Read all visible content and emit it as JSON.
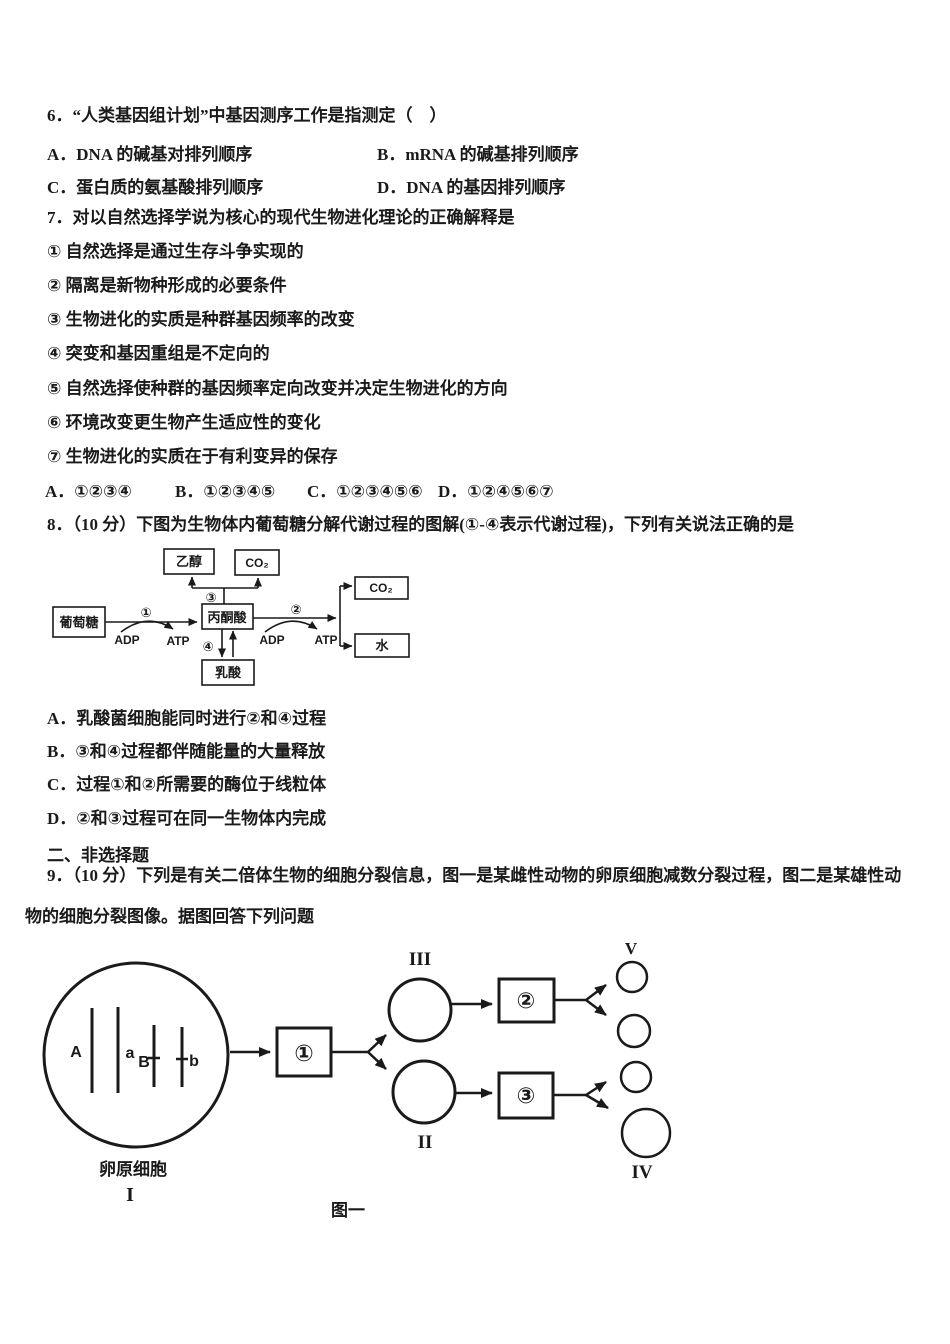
{
  "colors": {
    "ink": "#1a1a1a",
    "background": "#ffffff"
  },
  "q6": {
    "stem": "6．“人类基因组计划”中基因测序工作是指测定（　）",
    "option_a": "A．DNA 的碱基对排列顺序",
    "option_b": "B．mRNA 的碱基排列顺序",
    "option_c": "C．蛋白质的氨基酸排列顺序",
    "option_d": "D．DNA 的基因排列顺序"
  },
  "q7": {
    "stem": "7．对以自然选择学说为核心的现代生物进化理论的正确解释是",
    "item1": "① 自然选择是通过生存斗争实现的",
    "item2": "② 隔离是新物种形成的必要条件",
    "item3": "③ 生物进化的实质是种群基因频率的改变",
    "item4": "④ 突变和基因重组是不定向的",
    "item5": "⑤ 自然选择使种群的基因频率定向改变并决定生物进化的方向",
    "item6": "⑥ 环境改变更生物产生适应性的变化",
    "item7": "⑦ 生物进化的实质在于有利变异的保存",
    "option_a": "A．①②③④",
    "option_b": "B．①②③④⑤",
    "option_c": "C．①②③④⑤⑥",
    "option_d": "D．①②④⑤⑥⑦"
  },
  "q8": {
    "stem": "8．（10 分）下图为生物体内葡萄糖分解代谢过程的图解(①-④表示代谢过程)，下列有关说法正确的是",
    "diagram": {
      "glucose": "葡萄糖",
      "pyruvate": "丙酮酸",
      "ethanol": "乙醇",
      "co2_top": "CO₂",
      "co2_right": "CO₂",
      "water": "水",
      "lactate": "乳酸",
      "adp_left": "ADP",
      "atp_left": "ATP",
      "adp_right": "ADP",
      "atp_right": "ATP",
      "step1": "①",
      "step2": "②",
      "step3": "③",
      "step4": "④"
    },
    "option_a": "A．乳酸菌细胞能同时进行②和④过程",
    "option_b": "B．③和④过程都伴随能量的大量释放",
    "option_c": "C．过程①和②所需要的酶位于线粒体",
    "option_d": "D．②和③过程可在同一生物体内完成"
  },
  "section2_title": "二、非选择题",
  "q9": {
    "stem_line1": "9．（10 分）下列是有关二倍体生物的细胞分裂信息，图一是某雌性动物的卵原细胞减数分裂过程，图二是某雄性动",
    "stem_line2": "物的细胞分裂图像。据图回答下列问题",
    "figure1": {
      "caption": "图一",
      "oogonium_label": "卵原细胞",
      "label_I": "I",
      "label_II": "II",
      "label_III": "III",
      "label_IV": "IV",
      "label_V": "V",
      "chr_A": "A",
      "chr_a": "a",
      "chr_B": "B",
      "chr_b": "b",
      "process1": "①",
      "process2": "②",
      "process3": "③"
    }
  }
}
